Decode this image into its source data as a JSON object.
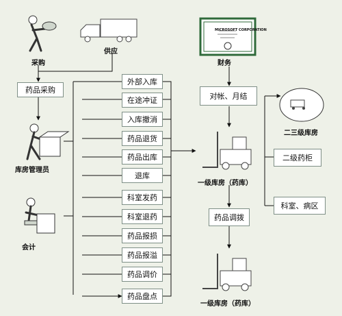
{
  "actors": {
    "purchase": "采购",
    "supply": "供应",
    "finance": "财务",
    "warehouse_manager": "库房管理员",
    "accountant": "会计"
  },
  "left_box": "药品采购",
  "operations": [
    "外部入库",
    "在途冲证",
    "入库撤消",
    "药品退货",
    "药品出库",
    "退库",
    "科室发药",
    "科室退药",
    "药品报损",
    "药品报溢",
    "药品调价",
    "药品盘点"
  ],
  "right": {
    "reconcile": "对帐、月结",
    "transfer": "药品调拨",
    "secondary_cabinet": "二级药柜",
    "department_ward": "科室、病区",
    "tier23_warehouse": "二三级库房",
    "primary_warehouse_top": "一级库房（药库）",
    "primary_warehouse_bottom": "一级库房（药库）"
  },
  "certificate_text": "MICROSOFT CORPORATION"
}
